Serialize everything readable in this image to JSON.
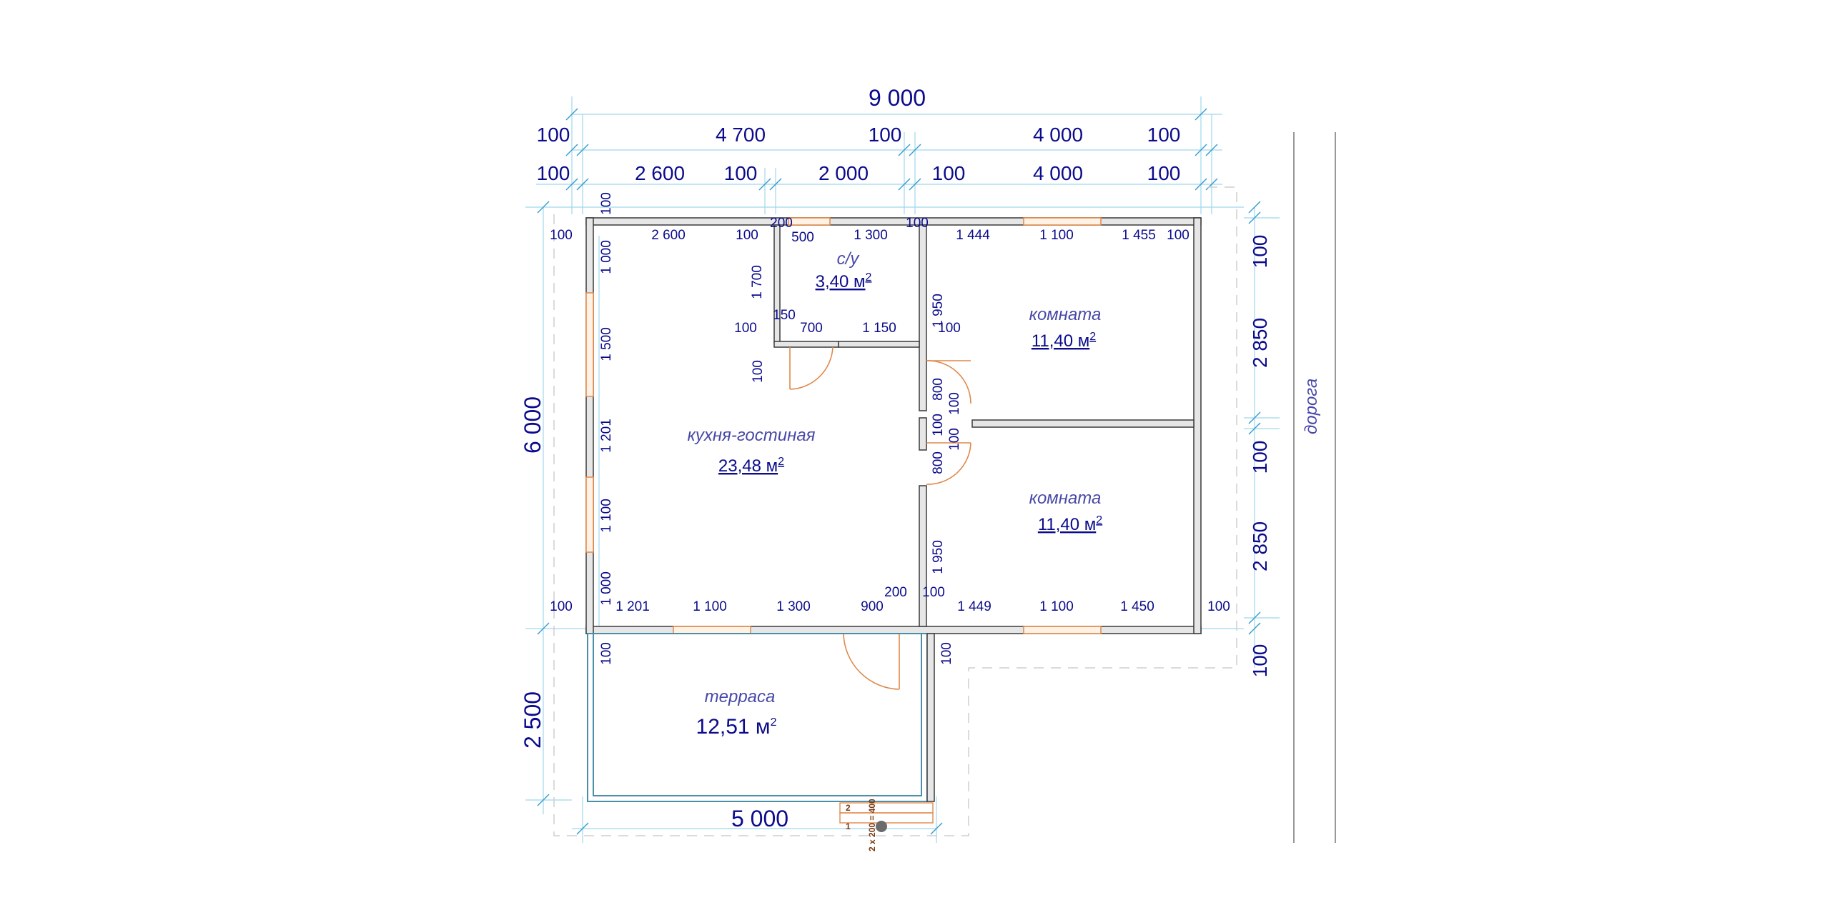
{
  "plan": {
    "overall_width": "9 000",
    "overall_depth": "6 000",
    "terrace_depth": "2 500",
    "terrace_width": "5 000",
    "road_label": "дорога"
  },
  "dims": {
    "top_row2": [
      "100",
      "4 700",
      "100",
      "4 000",
      "100"
    ],
    "top_row3": [
      "100",
      "2 600",
      "100",
      "2 000",
      "100",
      "4 000",
      "100"
    ],
    "right": [
      "100",
      "2 850",
      "100",
      "2 850",
      "100"
    ],
    "inner_top": [
      "100",
      "2 600",
      "100",
      "200",
      "500",
      "1 300",
      "100",
      "1 444",
      "1 100",
      "1 455",
      "100"
    ],
    "inner_bottom": [
      "100",
      "1 201",
      "1 100",
      "1 300",
      "900",
      "200",
      "100",
      "1 449",
      "1 100",
      "1 450",
      "100"
    ],
    "left_wall": [
      "100",
      "1 000",
      "1 500",
      "1 201",
      "1 100",
      "1 000"
    ],
    "bathroom": [
      "1 700",
      "150",
      "100",
      "700",
      "1 150",
      "100",
      "100"
    ],
    "partition": [
      "1 950",
      "800",
      "100",
      "100",
      "100",
      "800",
      "1 950"
    ],
    "terrace_left": "100",
    "terrace_right": "100"
  },
  "rooms": {
    "bathroom": {
      "name": "с/у",
      "area": "3,40 м",
      "unit_power": "2"
    },
    "room1": {
      "name": "комната",
      "area": "11,40 м",
      "unit_power": "2"
    },
    "kitchen": {
      "name": "кухня-гостиная",
      "area": "23,48 м",
      "unit_power": "2"
    },
    "room2": {
      "name": "комната",
      "area": "11,40 м",
      "unit_power": "2"
    },
    "terrace": {
      "name": "терраса",
      "area": "12,51 м",
      "unit_power": "2"
    }
  },
  "stairs": {
    "step1": "1",
    "step2": "2",
    "spec": "2 x 200 = 400"
  },
  "colors": {
    "dimension_text": "#0b0b8c",
    "room_label": "#4848a8",
    "dimension_line": "#9fd7ec",
    "window": "#e0894a",
    "wall_fill": "#e6e6e6"
  }
}
